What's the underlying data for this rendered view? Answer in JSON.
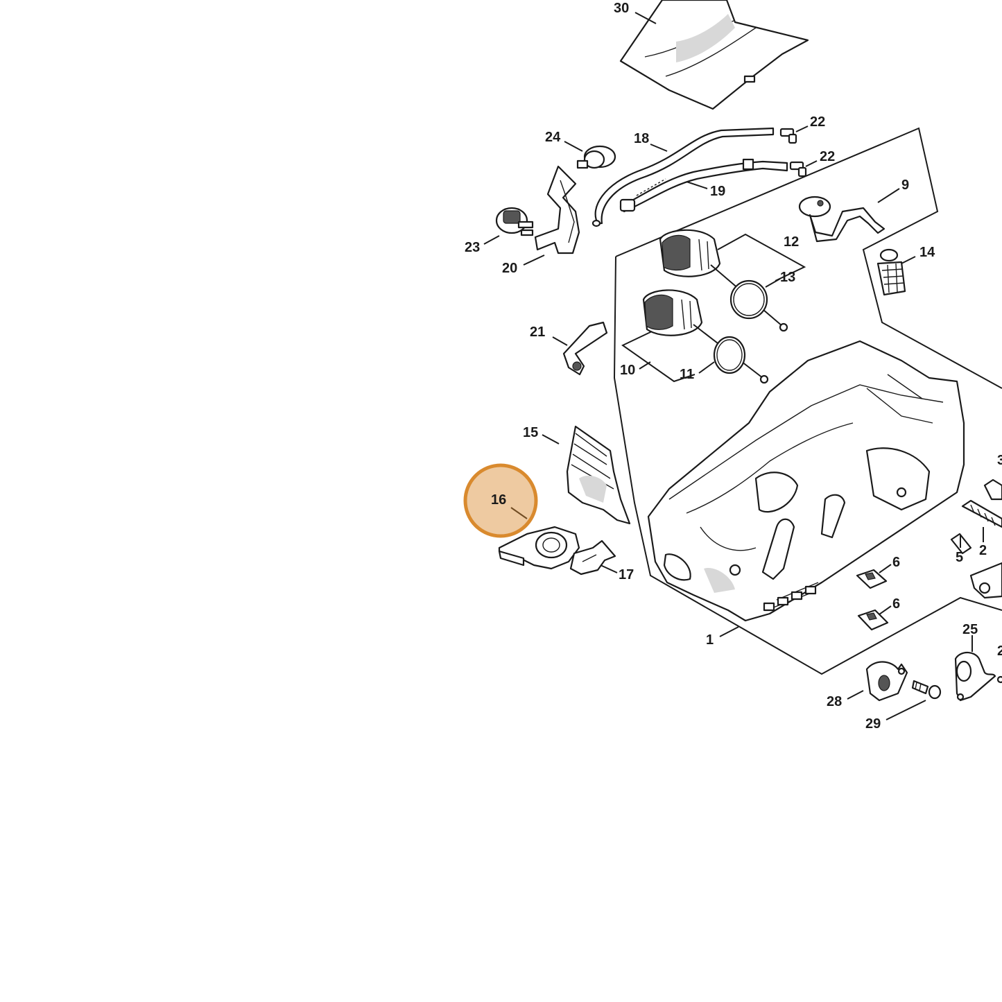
{
  "diagram": {
    "labels": {
      "p30": "30",
      "p24": "24",
      "p18": "18",
      "p22a": "22",
      "p22b": "22",
      "p19": "19",
      "p9": "9",
      "p23": "23",
      "p20": "20",
      "p12": "12",
      "p14": "14",
      "p13": "13",
      "p21": "21",
      "p10": "10",
      "p11": "11",
      "p15": "15",
      "p16": "16",
      "p17": "17",
      "p1": "1",
      "p6a": "6",
      "p6b": "6",
      "p5": "5",
      "p2": "2",
      "p25": "25",
      "p28": "28",
      "p29": "29",
      "p3": "3",
      "p26": "2"
    },
    "highlight": {
      "part": "16",
      "color": "#d98a2e"
    }
  }
}
